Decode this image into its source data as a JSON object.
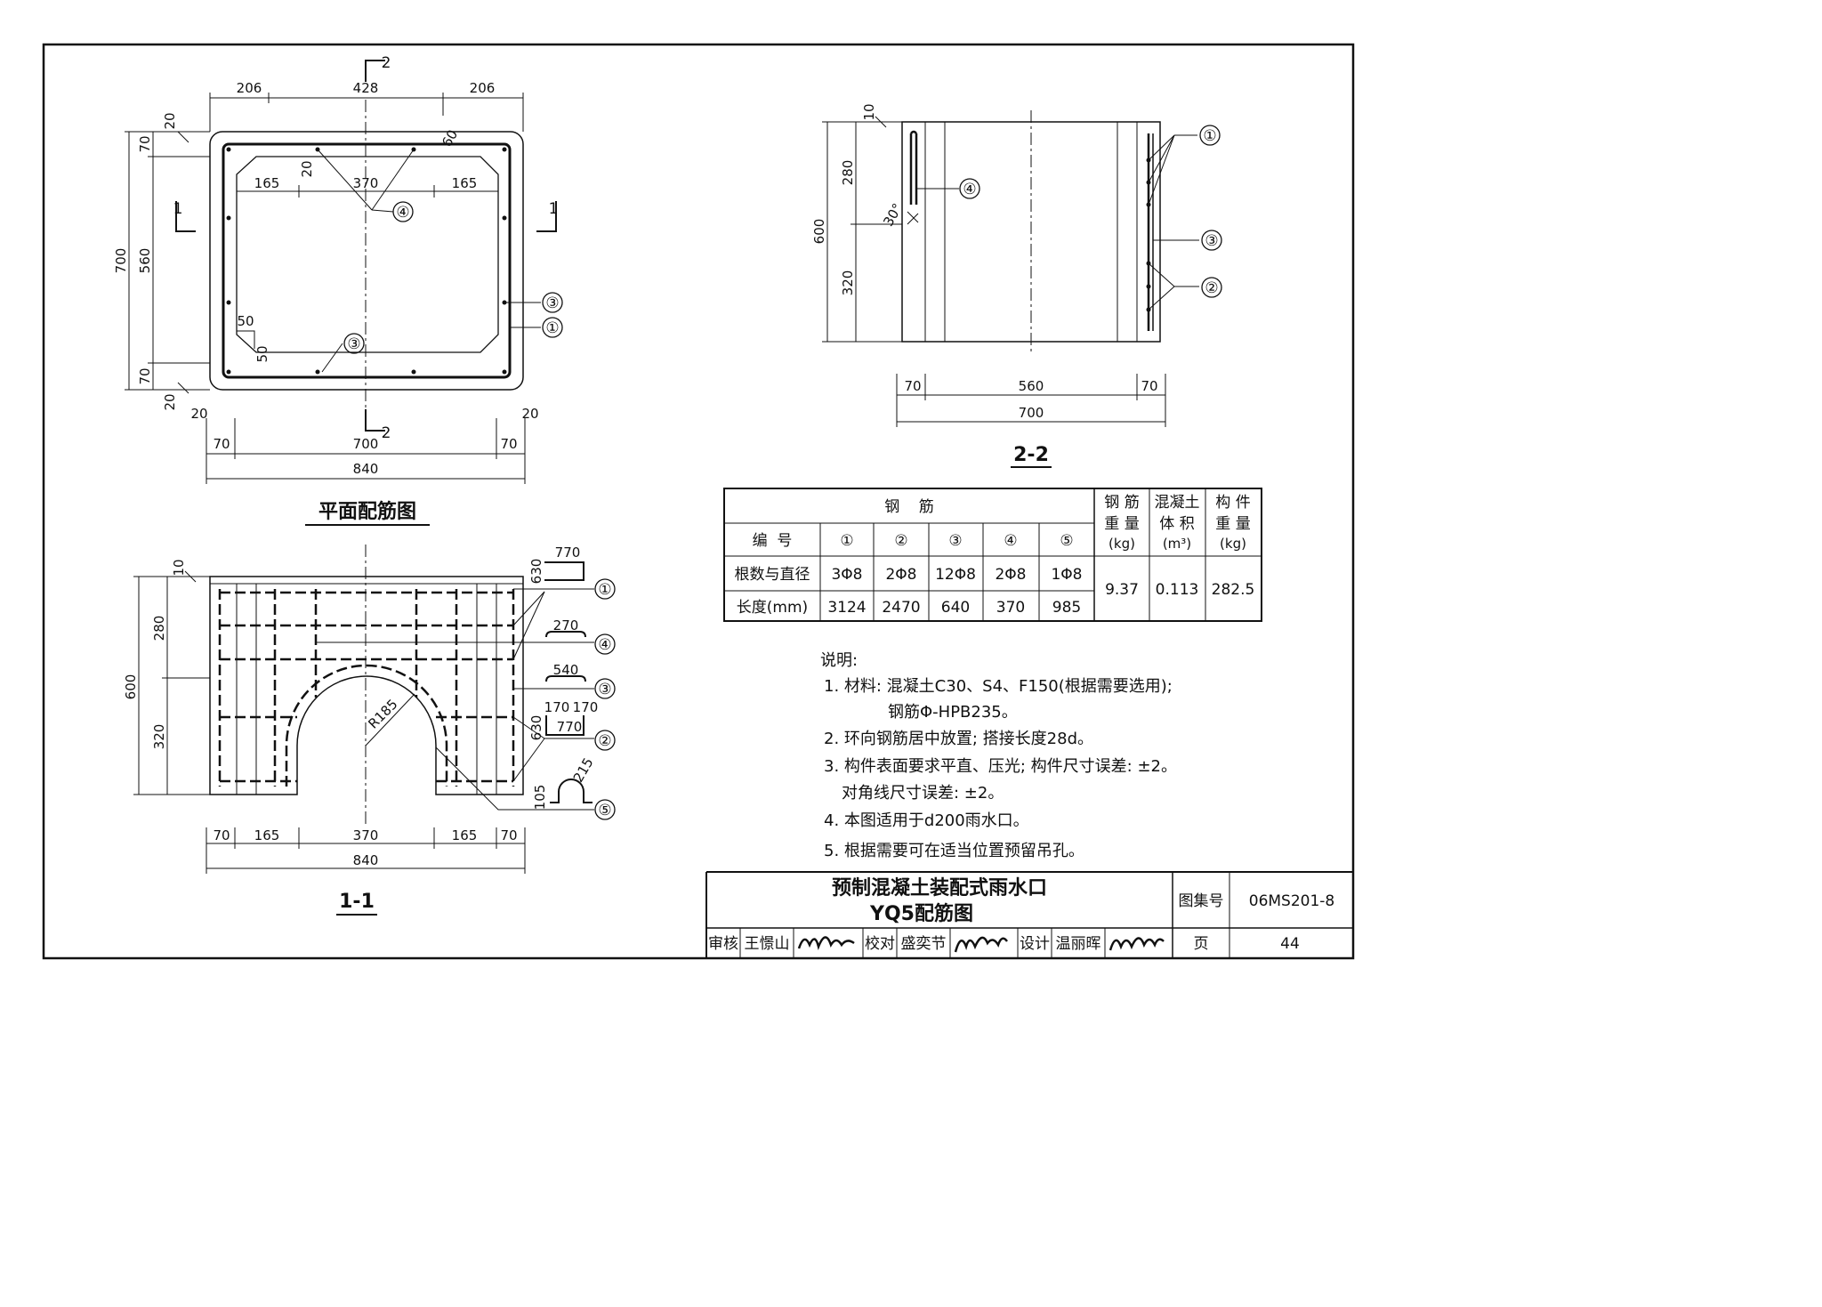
{
  "plan": {
    "title": "平面配筋图",
    "section_1_left": "1",
    "section_1_right": "1",
    "section_2_top": "2",
    "section_2_bottom": "2",
    "dims": {
      "top_206_left": "206",
      "top_428": "428",
      "top_206_right": "206",
      "inner_165_left": "165",
      "inner_370": "370",
      "inner_165_right": "165",
      "left_700": "700",
      "left_560": "560",
      "left_70_top": "70",
      "left_70_bottom": "70",
      "left_20_top": "20",
      "left_20_bottom": "20",
      "bottom_20_left": "20",
      "bottom_20_right": "20",
      "bottom_70_left": "70",
      "bottom_700": "700",
      "bottom_70_right": "70",
      "bottom_840": "840",
      "corner_50_h": "50",
      "corner_50_v": "50",
      "bar_20": "20",
      "bar_60": "60"
    },
    "callouts": [
      "④",
      "③",
      "①",
      "③"
    ]
  },
  "section_1_1": {
    "title": "1-1",
    "dims": {
      "left_10": "10",
      "left_600": "600",
      "left_280": "280",
      "left_320": "320",
      "bottom_70_left": "70",
      "bottom_165_left": "165",
      "bottom_370": "370",
      "bottom_165_right": "165",
      "bottom_70_right": "70",
      "bottom_840": "840",
      "radius": "R185"
    },
    "bar_shapes": {
      "b1_len": "770",
      "b1_h": "630",
      "b4_len": "270",
      "b3_len": "540",
      "b2_a": "170",
      "b2_b": "170",
      "b2_len": "770",
      "b2_h": "630",
      "b5_h": "105",
      "b5_r": "215"
    },
    "callouts": [
      "①",
      "④",
      "③",
      "②",
      "⑤"
    ]
  },
  "section_2_2": {
    "title": "2-2",
    "dims": {
      "left_10": "10",
      "left_280": "280",
      "left_600": "600",
      "left_320": "320",
      "angle_30": "30°",
      "bottom_70_left": "70",
      "bottom_560": "560",
      "bottom_70_right": "70",
      "bottom_700": "700"
    },
    "callouts": [
      "①",
      "④",
      "③",
      "②"
    ]
  },
  "table": {
    "group_header": "钢    筋",
    "row_number_label": "编  号",
    "bar_ids": [
      "①",
      "②",
      "③",
      "④",
      "⑤"
    ],
    "row_count_label": "根数与直径",
    "counts": [
      "3Φ8",
      "2Φ8",
      "12Φ8",
      "2Φ8",
      "1Φ8"
    ],
    "row_length_label": "长度(mm)",
    "lengths": [
      "3124",
      "2470",
      "640",
      "370",
      "985"
    ],
    "steel_weight_header": [
      "钢 筋",
      "重 量",
      "(kg)"
    ],
    "concrete_volume_header": [
      "混凝土",
      "体 积",
      "(m³)"
    ],
    "member_weight_header": [
      "构 件",
      "重 量",
      "(kg)"
    ],
    "steel_weight": "9.37",
    "concrete_volume": "0.113",
    "member_weight": "282.5"
  },
  "notes": {
    "heading": "说明:",
    "items": [
      "1. 材料: 混凝土C30、S4、F150(根据需要选用);",
      "钢筋Φ-HPB235。",
      "2. 环向钢筋居中放置; 搭接长度28d。",
      "3. 构件表面要求平直、压光; 构件尺寸误差: ±2。",
      "对角线尺寸误差: ±2。",
      "4. 本图适用于d200雨水口。",
      "5. 根据需要可在适当位置预留吊孔。"
    ]
  },
  "title_block": {
    "title_line1": "预制混凝土装配式雨水口",
    "title_line2": "YQ5配筋图",
    "atlas_label": "图集号",
    "atlas_no": "06MS201-8",
    "review_label": "审核",
    "reviewer": "王憬山",
    "check_label": "校对",
    "checker": "盛奕节",
    "design_label": "设计",
    "designer": "温丽晖",
    "page_label": "页",
    "page_no": "44"
  }
}
